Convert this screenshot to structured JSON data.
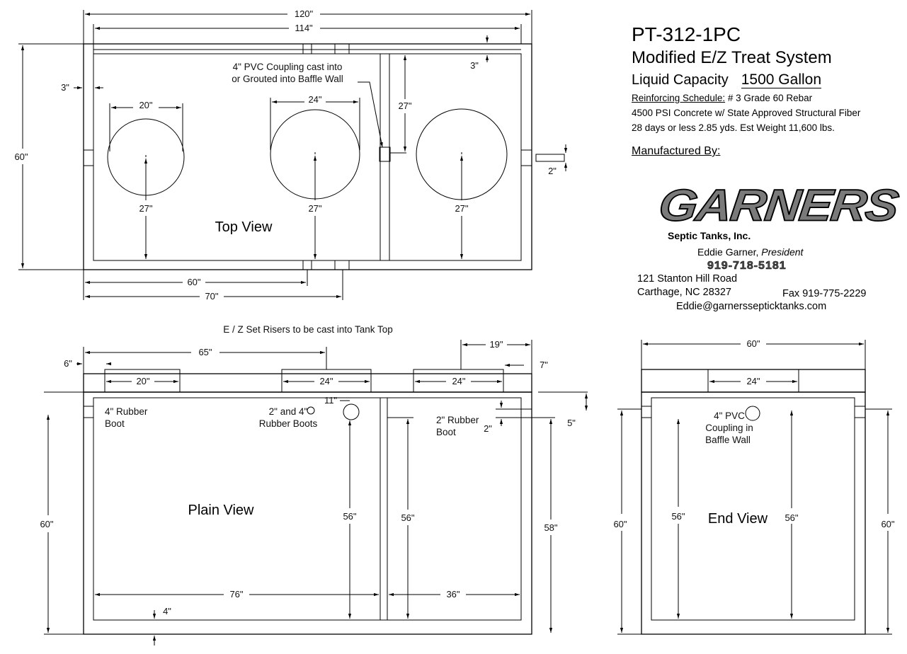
{
  "title": {
    "model": "PT-312-1PC",
    "system": "Modified E/Z Treat System",
    "capacity_label": "Liquid Capacity",
    "capacity_value": "1500 Gallon",
    "reinforcing_label": "Reinforcing Schedule:",
    "reinforcing_value": " # 3 Grade 60 Rebar",
    "concrete": "4500 PSI Concrete w/ State Approved Structural Fiber",
    "cure": "28 days or less  2.85 yds.  Est Weight 11,600 lbs.",
    "manufactured_by": "Manufactured By:"
  },
  "company": {
    "logo_word": "GARNERS",
    "logo_sub": "Septic Tanks, Inc.",
    "president_name": "Eddie Garner, ",
    "president_title": "President",
    "phone": "919-718-5181",
    "address1": "121 Stanton Hill Road",
    "address2": "Carthage, NC 28327",
    "fax": "Fax 919-775-2229",
    "email": "Eddie@garnerssepticktanks.com"
  },
  "top_view": {
    "label": "Top View",
    "dims": {
      "overall_length": "120\"",
      "inner_length": "114\"",
      "height": "60\"",
      "wall": "3\"",
      "wall_right": "3\"",
      "riser1": "20\"",
      "riser2": "24\"",
      "r1_depth": "27\"",
      "r2_depth": "27\"",
      "r3_depth": "27\"",
      "baffle_dist": "27\"",
      "outlet": "2\"",
      "to_60": "60\"",
      "to_70": "70\""
    },
    "note_line1": "4\" PVC Coupling cast into",
    "note_line2": "or Grouted into Baffle Wall"
  },
  "plain_view": {
    "heading": "E / Z Set Risers to be cast into Tank Top",
    "label": "Plain View",
    "dims": {
      "d65": "65\"",
      "d6": "6\"",
      "d19": "19\"",
      "d7": "7\"",
      "riser1": "20\"",
      "riser2": "24\"",
      "riser3": "24\"",
      "d11": "11\"",
      "d5": "5\"",
      "d2": "2\"",
      "h60": "60\"",
      "h56a": "56\"",
      "h56b": "56\"",
      "h58": "58\"",
      "d76": "76\"",
      "d36": "36\"",
      "d4": "4\""
    },
    "boot_left_1": "4\" Rubber",
    "boot_left_2": "Boot",
    "boots_mid_1": "2\" and 4\"",
    "boots_mid_2": "Rubber Boots",
    "boot_right_1": "2\" Rubber",
    "boot_right_2": "Boot"
  },
  "end_view": {
    "label": "End View",
    "dims": {
      "width": "60\"",
      "riser": "24\"",
      "h_left": "60\"",
      "h56_left": "56\"",
      "h56_right": "56\"",
      "h_right": "60\""
    },
    "note1": "4\" PVC",
    "note2": "Coupling in",
    "note3": "Baffle Wall"
  }
}
